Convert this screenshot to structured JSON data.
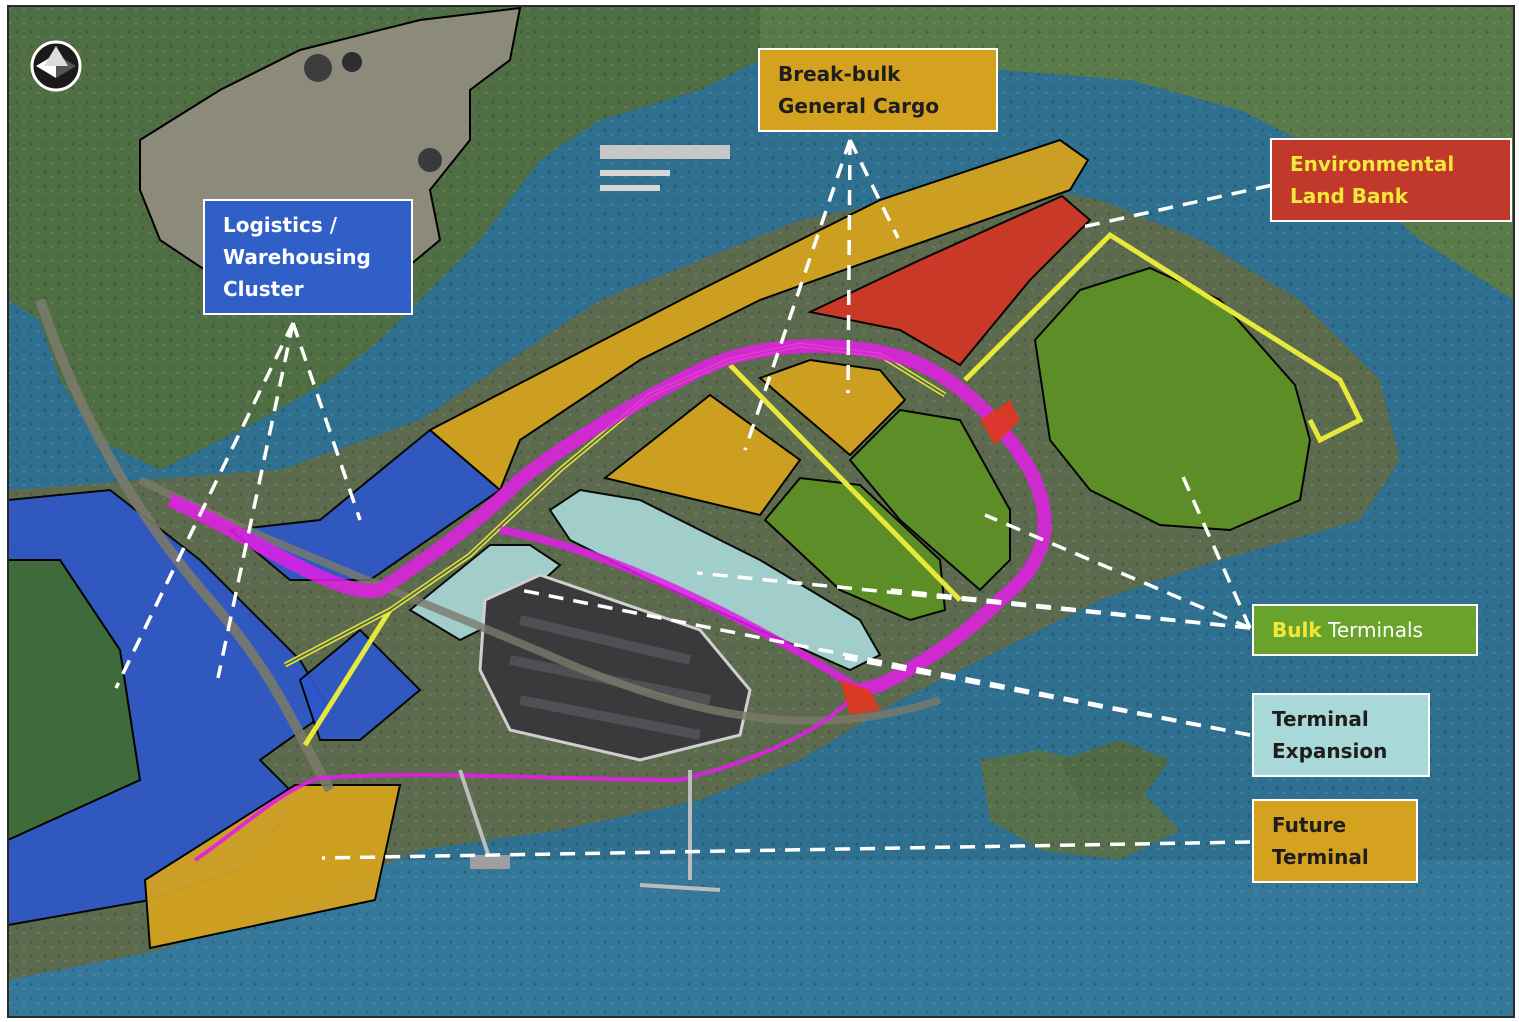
{
  "labels": {
    "logistics": [
      "Logistics /",
      "Warehousing",
      "Cluster"
    ],
    "breakbulk": [
      "Break-bulk",
      "General Cargo"
    ],
    "environmental": [
      "Environmental",
      "Land Bank"
    ],
    "bulk": {
      "highlight": "Bulk",
      "rest": " Terminals"
    },
    "terminal_expansion": [
      "Terminal",
      "Expansion"
    ],
    "future_terminal": [
      "Future",
      "Terminal"
    ]
  },
  "icons": {
    "compass": "north-arrow-compass-icon"
  },
  "colors": {
    "logistics": "#2f5fc7",
    "breakbulk": "#d4a21f",
    "environmental": "#c0392b",
    "bulk": "#6aa32b",
    "terminal_expansion": "#a9d8d9",
    "future_terminal": "#d4a21f",
    "access_road": "#e21ee8",
    "rail": "#e6e83a",
    "water": "#2f6f8f",
    "land": "#4a6b3a"
  }
}
